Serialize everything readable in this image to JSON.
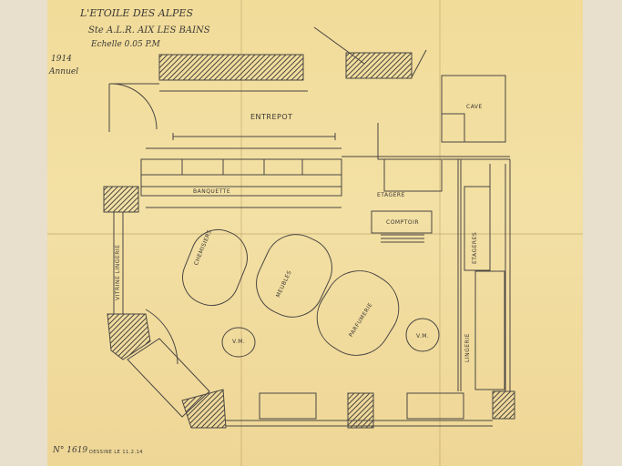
{
  "title": {
    "line1": "L'ETOILE DES ALPES",
    "line2": "Ste A.L.R. AIX LES BAINS",
    "scale": "Echelle 0.05 P.M"
  },
  "margin_note": {
    "line1": "1914",
    "line2": "Annuel"
  },
  "rooms": {
    "entrepot": "ENTREPOT",
    "cave": "CAVE"
  },
  "furniture": {
    "banquette": "BANQUETTE",
    "comptoir": "COMPTOIR",
    "etagere": "ETAGERE",
    "chemisiers": "CHEMISIERS",
    "meubles": "MEUBLES",
    "parfumerie": "PARFUMERIE",
    "vm1": "V.M.",
    "vm2": "V.M.",
    "vitrine_lingerie": "VITRINE LINGERIE",
    "etageres_cote": "ETAGERES",
    "lingerie_cote": "LINGERIE"
  },
  "footer": {
    "number": "N° 1619",
    "signature": "DESSINE LE 11.2.14"
  },
  "colors": {
    "paper": "#f1dc9a",
    "ink": "#3a3733",
    "hatch": "#5a5550"
  }
}
